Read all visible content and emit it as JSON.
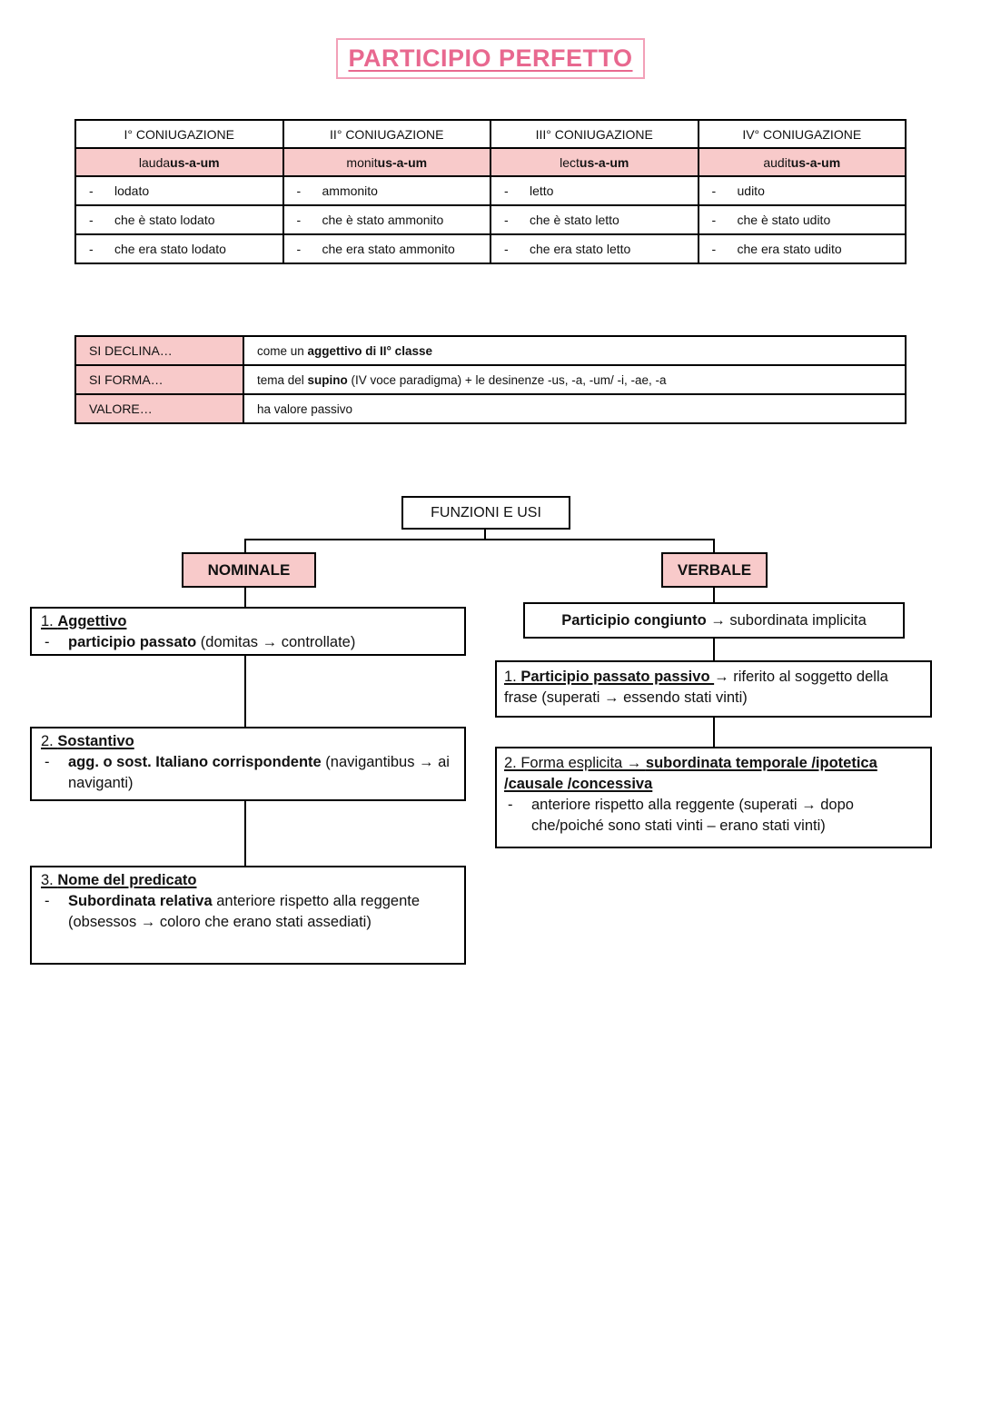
{
  "bullet_char": "-",
  "page": {
    "title": "PARTICIPIO PERFETTO"
  },
  "colors": {
    "accent_pink_fill": "#f8caca",
    "title_pink_text": "#e8688f",
    "title_pink_border": "#f2a0b8",
    "line_black": "#000000"
  },
  "conjugation_table": {
    "columns": [
      {
        "header": "I° CONIUGAZIONE",
        "form_stem": "lauda",
        "form_ending": "us-a-um",
        "meanings": [
          "lodato",
          "che è stato lodato",
          "che era stato lodato"
        ]
      },
      {
        "header": "II° CONIUGAZIONE",
        "form_stem": "monit",
        "form_ending": "us-a-um",
        "meanings": [
          "ammonito",
          "che è stato ammonito",
          "che era stato ammonito"
        ]
      },
      {
        "header": "III° CONIUGAZIONE",
        "form_stem": "lect",
        "form_ending": "us-a-um",
        "meanings": [
          "letto",
          "che è stato letto",
          "che era stato letto"
        ]
      },
      {
        "header": "IV° CONIUGAZIONE",
        "form_stem": "audit",
        "form_ending": "us-a-um",
        "meanings": [
          "udito",
          "che è stato udito",
          "che era stato udito"
        ]
      }
    ]
  },
  "info_table": {
    "rows": [
      {
        "label": "SI DECLINA…",
        "value_prefix": "come un ",
        "value_bold": "aggettivo di II° classe",
        "value_suffix": ""
      },
      {
        "label": "SI FORMA…",
        "value_prefix": "tema del ",
        "value_bold": "supino",
        "value_suffix": " (IV voce paradigma) + le desinenze -us, -a, -um/ -i, -ae, -a"
      },
      {
        "label": "VALORE…",
        "value_prefix": "ha valore passivo",
        "value_bold": "",
        "value_suffix": ""
      }
    ]
  },
  "diagram": {
    "root_label": "FUNZIONI E USI",
    "nominale": {
      "label": "NOMINALE",
      "boxes": [
        {
          "num": "1. ",
          "title": "Aggettivo",
          "bullet_bold": "participio passato",
          "bullet_rest": " (domitas → controllate)"
        },
        {
          "num": "2. ",
          "title": "Sostantivo",
          "bullet_bold": "agg. o sost. Italiano corrispondente",
          "bullet_rest": " (navigantibus → ai naviganti)"
        },
        {
          "num": "3. ",
          "title": "Nome del predicato",
          "bullet_bold": "Subordinata relativa",
          "bullet_rest": " anteriore rispetto alla reggente (obsessos → coloro che erano stati assediati)"
        }
      ]
    },
    "verbale": {
      "label": "VERBALE",
      "congiunto_bold": "Participio congiunto",
      "congiunto_rest": " → subordinata implicita",
      "passato_passivo": {
        "num": "1. ",
        "bold_underlined": "Participio passato passivo ",
        "rest": "→ riferito al soggetto della frase (superati → essendo stati vinti)"
      },
      "forma_esplicita": {
        "lead": "2. Forma esplicita → ",
        "lead_bold": "subordinata temporale /ipotetica /causale /concessiva",
        "bullet": "anteriore rispetto alla reggente (superati → dopo che/poiché sono stati vinti – erano stati vinti)"
      }
    }
  }
}
